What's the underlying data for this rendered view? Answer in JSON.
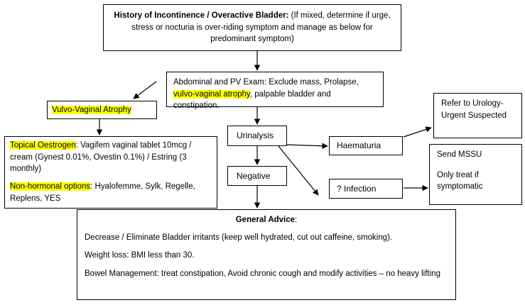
{
  "history": {
    "title": "History of Incontinence / Overactive Bladder:",
    "text": " (If mixed, determine if urge, stress or nocturia is over-riding symptom and manage as below for predominant symptom)"
  },
  "exam": {
    "pre": "Abdominal and PV Exam:  Exclude mass, Prolapse, ",
    "highlight": "vulvo-vaginal atrophy",
    "post": ", palpable bladder and constipation."
  },
  "vva": {
    "label": "Vulvo-Vaginal Atrophy"
  },
  "oestrogen": {
    "heading": "Topical Oestrogen",
    "text": ":  Vagifem vaginal tablet 10mcg / cream (Gynest 0.01%, Ovestin 0.1%) / Estring (3 monthly)",
    "nonhormonal_heading": "Non-hormonal options",
    "nonhormonal_text": ": Hyalofemme, Sylk, Regelle, Replens, YES"
  },
  "urinalysis": {
    "label": "Urinalysis"
  },
  "haematuria": {
    "label": "Haematuria"
  },
  "urology": {
    "text": "Refer to Urology- Urgent Suspected"
  },
  "negative": {
    "label": "Negative"
  },
  "infection": {
    "label": "? Infection"
  },
  "mssu": {
    "line1": "Send MSSU",
    "line2": "Only treat if symptomatic"
  },
  "advice": {
    "title": "General Advice",
    "colon": ":",
    "items": [
      "Decrease / Eliminate Bladder irritants (keep well hydrated, cut out caffeine, smoking).",
      "Weight loss: BMI less than 30.",
      "Bowel Management: treat constipation, Avoid chronic cough and modify activities – no heavy lifting"
    ]
  },
  "colors": {
    "highlight": "#ffff00",
    "line": "#000000"
  }
}
